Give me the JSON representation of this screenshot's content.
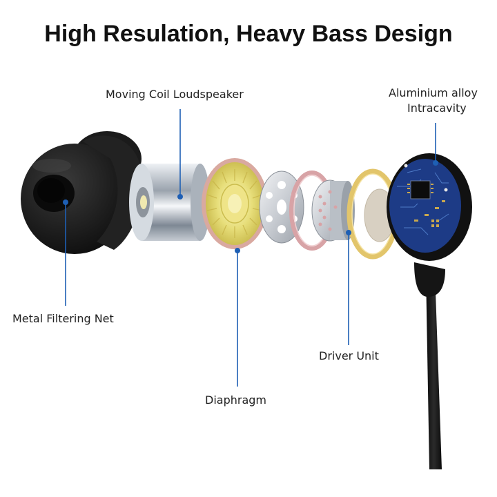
{
  "title": "High Resulation, Heavy Bass Design",
  "labels": {
    "moving_coil": "Moving Coil Loudspeaker",
    "aluminium_line1": "Aluminium alloy",
    "aluminium_line2": "Intracavity",
    "metal_net": "Metal Filtering Net",
    "driver_unit": "Driver Unit",
    "diaphragm": "Diaphragm"
  },
  "colors": {
    "callout_line": "#1e5fb4",
    "eartip": "#151515",
    "cable": "#1a1a1a",
    "pcb": "#1d3b86",
    "diaphragm": "#e3d873",
    "gold_ring": "#e2c56b",
    "rose_ring": "#d8a3a6"
  }
}
